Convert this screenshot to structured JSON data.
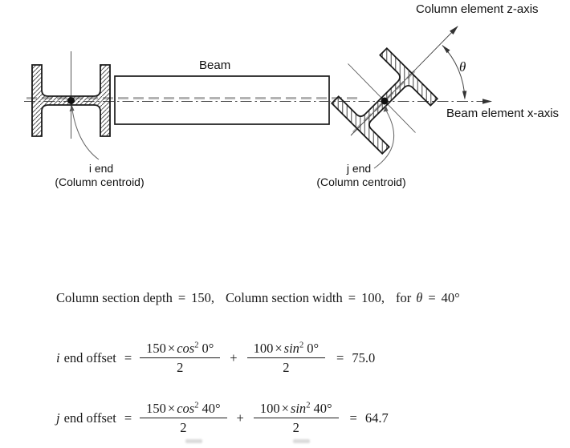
{
  "diagram": {
    "beam_label": "Beam",
    "z_axis_label": "Column element z-axis",
    "x_axis_label": "Beam element x-axis",
    "theta_label": "θ",
    "i_end_label": "i end",
    "i_end_sublabel": "(Column centroid)",
    "j_end_label": "j end",
    "j_end_sublabel": "(Column centroid)",
    "colors": {
      "outline": "#1a1a1a",
      "thin_line": "#444444",
      "gray_centerline": "#b3b3b3",
      "text": "#111111"
    }
  },
  "params": {
    "depth_label": "Column section depth",
    "eq": "=",
    "depth_value": "150",
    "comma": ",",
    "width_label": "Column section width",
    "width_value": "100",
    "for_label": "for",
    "theta_symbol": "θ",
    "theta_value": "40",
    "degree": "°"
  },
  "formulas": [
    {
      "label_var": "i",
      "label_text": "end offset",
      "eq": "=",
      "frac1": {
        "coeff": "150",
        "times": "×",
        "func": "cos",
        "power": "2",
        "angle": "0°",
        "denom": "2"
      },
      "plus": "+",
      "frac2": {
        "coeff": "100",
        "times": "×",
        "func": "sin",
        "power": "2",
        "angle": "0°",
        "denom": "2"
      },
      "result_eq": "=",
      "result": "75.0"
    },
    {
      "label_var": "j",
      "label_text": "end offset",
      "eq": "=",
      "frac1": {
        "coeff": "150",
        "times": "×",
        "func": "cos",
        "power": "2",
        "angle": "40°",
        "denom": "2"
      },
      "plus": "+",
      "frac2": {
        "coeff": "100",
        "times": "×",
        "func": "sin",
        "power": "2",
        "angle": "40°",
        "denom": "2"
      },
      "result_eq": "=",
      "result": "64.7"
    }
  ]
}
